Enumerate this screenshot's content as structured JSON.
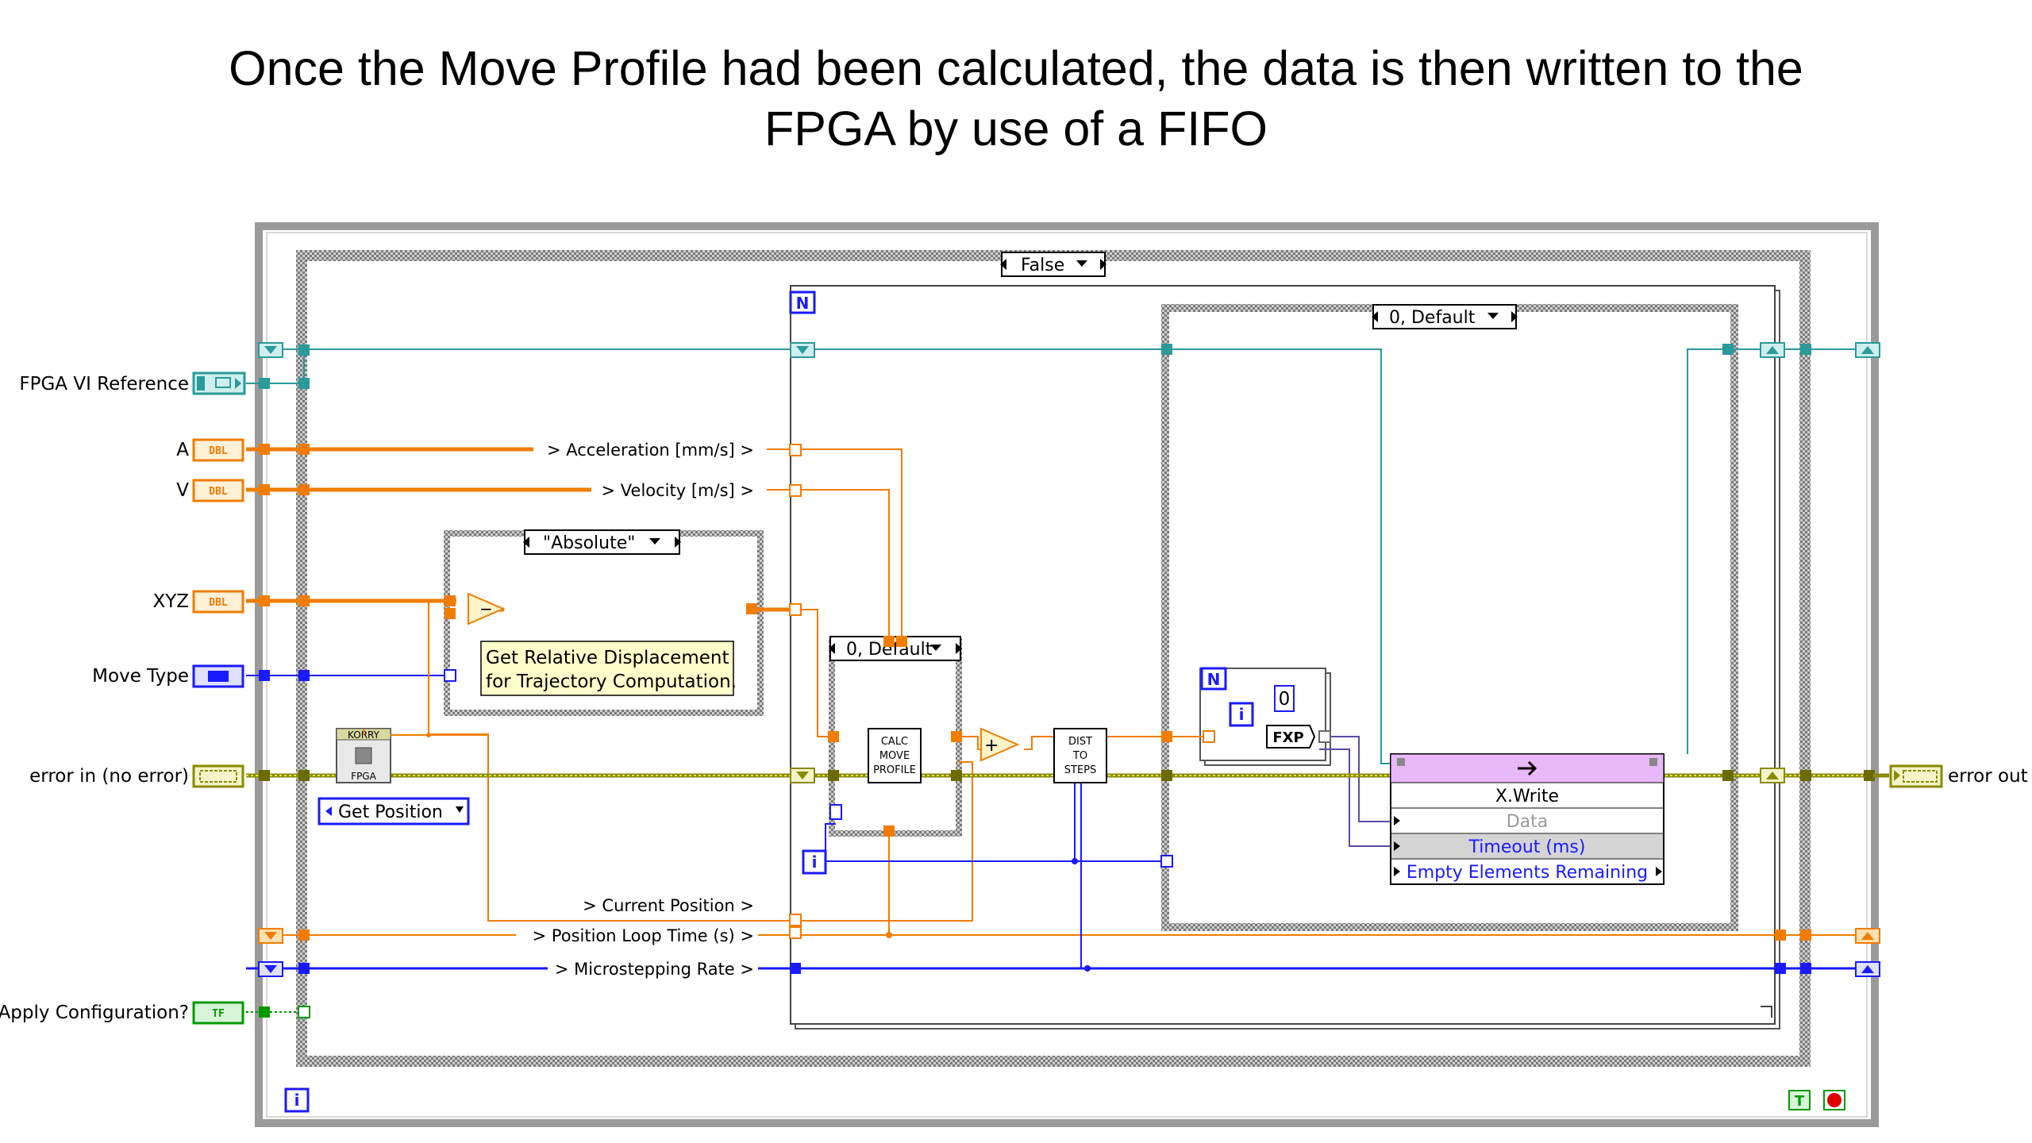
{
  "title": {
    "line1": "Once the Move Profile had been calculated, the data is then written to the",
    "line2": "FPGA by use of a FIFO"
  },
  "inputs": [
    {
      "label": "FPGA VI Reference",
      "type": "ref"
    },
    {
      "label": "A",
      "type": "DBL"
    },
    {
      "label": "V",
      "type": "DBL"
    },
    {
      "label": "XYZ",
      "type": "DBL"
    },
    {
      "label": "Move Type",
      "type": "enum"
    },
    {
      "label": "error in (no error)",
      "type": "cluster"
    },
    {
      "label": "Apply Configuration?",
      "type": "TF"
    }
  ],
  "outputs": {
    "error_out": "error out"
  },
  "type_tags": {
    "dbl": "DBL",
    "tf": "TF",
    "i": "i",
    "n": "N",
    "t": "T"
  },
  "case_outer": "False",
  "case_absolute": "\"Absolute\"",
  "case_default_inner": "0, Default",
  "case_default_small": "0, Default",
  "comment": {
    "line1": "Get Relative Displacement",
    "line2": "for Trajectory Computation."
  },
  "wire_labels": {
    "acceleration": "> Acceleration [mm/s] >",
    "velocity": "> Velocity [m/s] >",
    "current_position": "> Current Position >",
    "position_loop_time": "> Position Loop Time (s) >",
    "microstepping_rate": "> Microstepping Rate >"
  },
  "nodes": {
    "korry_top": "KORRY",
    "korry_bottom": "FPGA",
    "get_position": "Get Position",
    "calc_line1": "CALC",
    "calc_line2": "MOVE",
    "calc_line3": "PROFILE",
    "dist_line1": "DIST",
    "dist_line2": "TO",
    "dist_line3": "STEPS",
    "const_zero": "0",
    "fxp": "FXP",
    "subtract_symbol": "−",
    "add_symbol": "+"
  },
  "fifo": {
    "method": "X.Write",
    "data": "Data",
    "timeout": "Timeout (ms)",
    "empty": "Empty Elements Remaining"
  },
  "colors": {
    "orange": "#f07d00",
    "blue": "#1a1aff",
    "teal": "#2a9a9a",
    "olive": "#8a8a00",
    "green": "#009a00",
    "fifo_purple": "#e8b8f8",
    "comment_yellow": "#ffffcc"
  }
}
